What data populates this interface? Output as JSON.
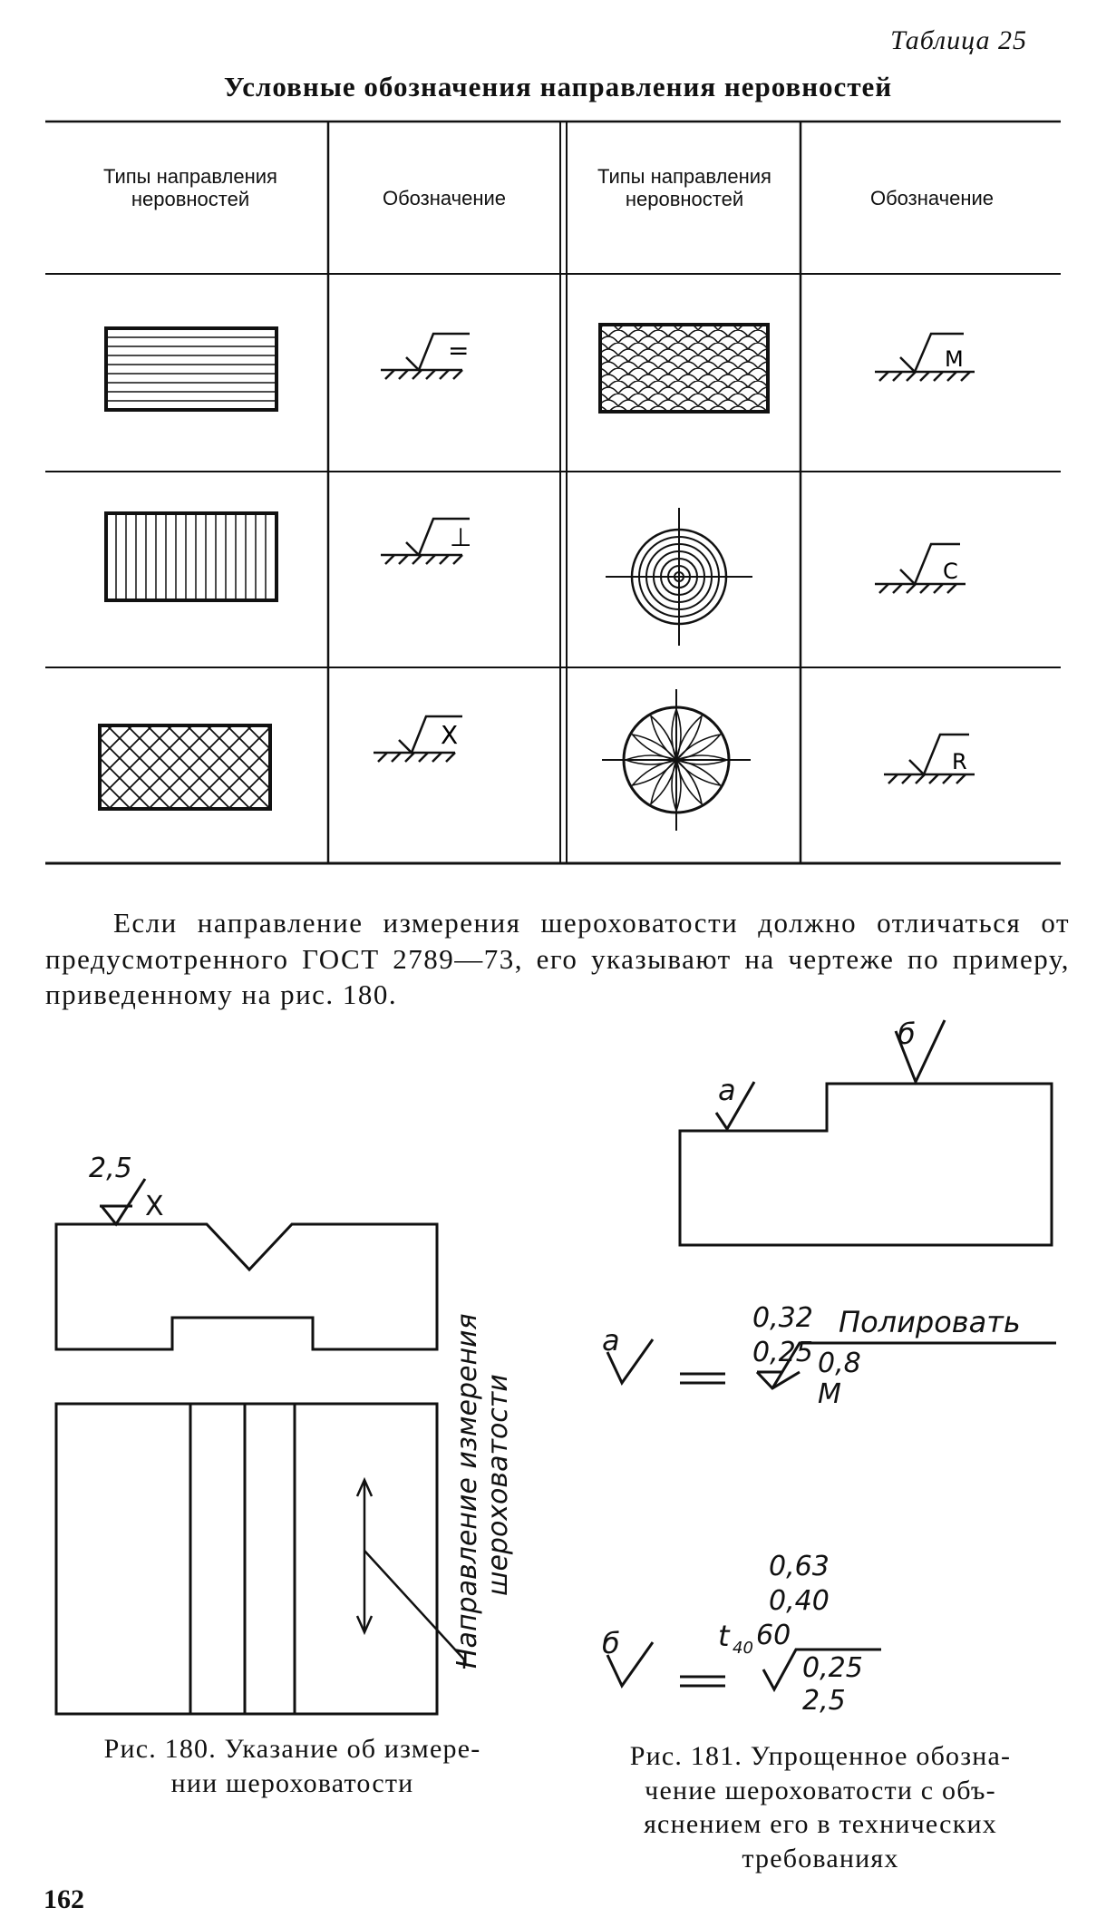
{
  "table": {
    "label": "Таблица 25",
    "title": "Условные обозначения направления неровностей",
    "headers": [
      "Типы направления неровностей",
      "Обозначение",
      "Типы направления неровностей",
      "Обозначение"
    ],
    "rows": [
      {
        "left_type_icon": "parallel-lines-pattern",
        "left_symbol": "=",
        "right_type_icon": "scale-crossing-arcs-pattern",
        "right_symbol": "M"
      },
      {
        "left_type_icon": "perpendicular-lines-pattern",
        "left_symbol": "⊥",
        "right_type_icon": "concentric-circles-pattern",
        "right_symbol": "C"
      },
      {
        "left_type_icon": "crossed-hatch-pattern",
        "left_symbol": "X",
        "right_type_icon": "radial-pattern",
        "right_symbol": "R"
      }
    ]
  },
  "paragraph": "Если направление измерения шероховатости должно отличаться от предусмотренного ГОСТ 2789—73, его указывают на чертеже по примеру, приведенному на рис. 180.",
  "fig180": {
    "roughness_value": "2,5",
    "direction_symbol": "X",
    "side_label_line1": "Направление измерения",
    "side_label_line2": "шероховатости",
    "caption_line1": "Рис. 180. Указание об измере-",
    "caption_line2": "нии шероховатости"
  },
  "fig181": {
    "label_a": "a",
    "label_b": "б",
    "eq_a": {
      "v1": "0,32",
      "instruction": "Полировать",
      "v2": "0,25",
      "v3": "0,8",
      "sym": "M"
    },
    "eq_b": {
      "v1": "0,63",
      "v2": "0,40",
      "t_prefix": "t",
      "t_sub": "40",
      "t_val": "60",
      "v3": "0,25",
      "v4": "2,5"
    },
    "caption_line1": "Рис. 181. Упрощенное обозна-",
    "caption_line2": "чение шероховатости с объ-",
    "caption_line3": "яснением его в технических",
    "caption_line4": "требованиях"
  },
  "page_number": "162"
}
